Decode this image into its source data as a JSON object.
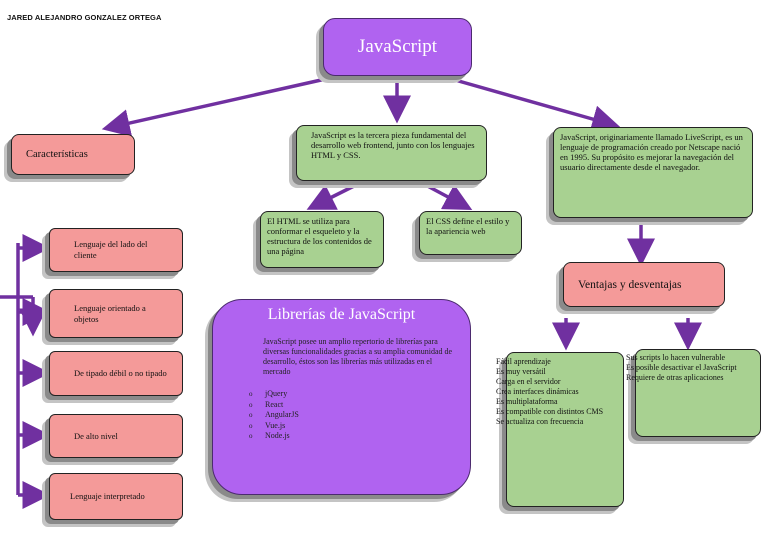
{
  "author": "JARED ALEJANDRO GONZALEZ ORTEGA",
  "title": "JavaScript",
  "caracteristicas": "Características",
  "desc_center": "JavaScript es la tercera pieza fundamental del desarrollo web frontend, junto con los lenguajes HTML y CSS.",
  "desc_right": "JavaScript, originariamente llamado LiveScript, es un lenguaje de programación creado por Netscape nació en 1995. Su propósito es mejorar la navegación del usuario directamente desde el navegador.",
  "html_box": "El HTML se utiliza para conformar el esqueleto y la estructura de los contenidos de una página",
  "css_box": "El CSS define el estilo y la apariencia web",
  "ventajas": "Ventajas y desventajas",
  "libs": {
    "title": "Librerías de JavaScript",
    "desc": "JavaScript posee un amplio repertorio de librerías para diversas funcionalidades gracias a su amplia comunidad de desarrollo, éstos son las librerías más utilizadas en el mercado",
    "items": [
      "jQuery",
      "React",
      "AngularJS",
      "Vue.js",
      "Node.js"
    ]
  },
  "features": [
    "Lenguaje del lado del cliente",
    "Lenguaje orientado a objetos",
    "De tipado débil o no tipado",
    "De alto nivel",
    "Lenguaje interpretado"
  ],
  "ventajas_list": [
    "Fácil aprendizaje",
    "Es muy versátil",
    "Carga en el servidor",
    "Crea interfaces dinámicas",
    "Es multiplataforma",
    "Es compatible con distintos CMS",
    "Se actualiza con frecuencia"
  ],
  "desventajas_list": [
    "Sus scripts lo hacen vulnerable",
    "Es posible desactivar el JavaScript",
    "Requiere de otras aplicaciones"
  ],
  "colors": {
    "arrow": "#7030a0",
    "pink": "#f49a99",
    "green": "#a8d191",
    "purple": "#b063f0"
  }
}
